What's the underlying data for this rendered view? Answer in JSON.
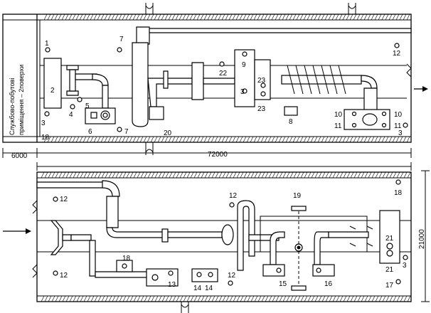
{
  "diagram": {
    "room_label_line1": "Службово-побутові",
    "room_label_line2": "приміщення – 2поверхи",
    "dimensions": {
      "width_service": "6000",
      "length_total": "72000",
      "width_bay": "21000"
    },
    "equipment_labels_top": [
      "1",
      "2",
      "3",
      "4",
      "5",
      "6",
      "7",
      "7",
      "18",
      "20",
      "22",
      "9",
      "3",
      "23",
      "23",
      "8",
      "10",
      "11",
      "10",
      "11",
      "12",
      "3"
    ],
    "equipment_labels_bottom": [
      "12",
      "12",
      "12",
      "12",
      "18",
      "13",
      "14",
      "14",
      "19",
      "15",
      "16",
      "21",
      "21",
      "18",
      "3",
      "17"
    ]
  }
}
